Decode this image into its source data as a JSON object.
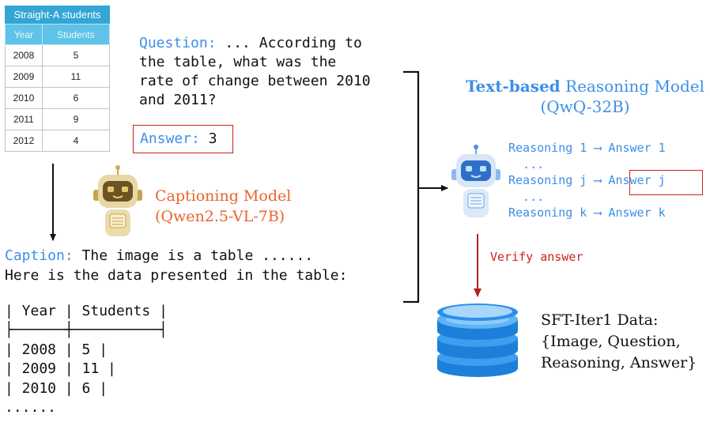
{
  "image_table": {
    "title": "Straight-A students",
    "headers": [
      "Year",
      "Students"
    ],
    "rows": [
      [
        "2008",
        "5"
      ],
      [
        "2009",
        "11"
      ],
      [
        "2010",
        "6"
      ],
      [
        "2011",
        "9"
      ],
      [
        "2012",
        "4"
      ]
    ]
  },
  "question": {
    "label": "Question:",
    "line1": " ... According to",
    "line2": "the table, what was the",
    "line3": "rate of change between 2010",
    "line4": "and 2011?"
  },
  "answer": {
    "label": "Answer:",
    "value": " 3"
  },
  "captioning_model": {
    "name": "Captioning Model",
    "model": "(Qwen2.5-VL-7B)"
  },
  "caption": {
    "label": "Caption:",
    "line1": " The image is a table ......",
    "line2": "Here is the data presented in the table:"
  },
  "markdown_table": {
    "header": "| Year | Students |",
    "divider": "├──────┼──────────┤",
    "rows": [
      "| 2008 | 5 |",
      "| 2009 | 11 |",
      "| 2010 | 6 |"
    ],
    "ellipsis": "......"
  },
  "reasoning_model": {
    "name_bold": "Text-based",
    "name_rest": " Reasoning Model",
    "model": "(QwQ-32B)"
  },
  "reasoning_paths": {
    "line1": "Reasoning 1 ⟶ Answer 1",
    "dots1": "  ...",
    "line2": "Reasoning j ⟶ Answer j",
    "dots2": "  ...",
    "line3": "Reasoning k ⟶ Answer k"
  },
  "verify_label": "Verify answer",
  "sft_data": {
    "line1": "SFT-Iter1 Data:",
    "line2": "{Image, Question,",
    "line3": "Reasoning, Answer}"
  },
  "colors": {
    "blue": "#3d8fe6",
    "red": "#cc2222",
    "orange": "#e8642c",
    "table_header": "#33a6d6"
  }
}
